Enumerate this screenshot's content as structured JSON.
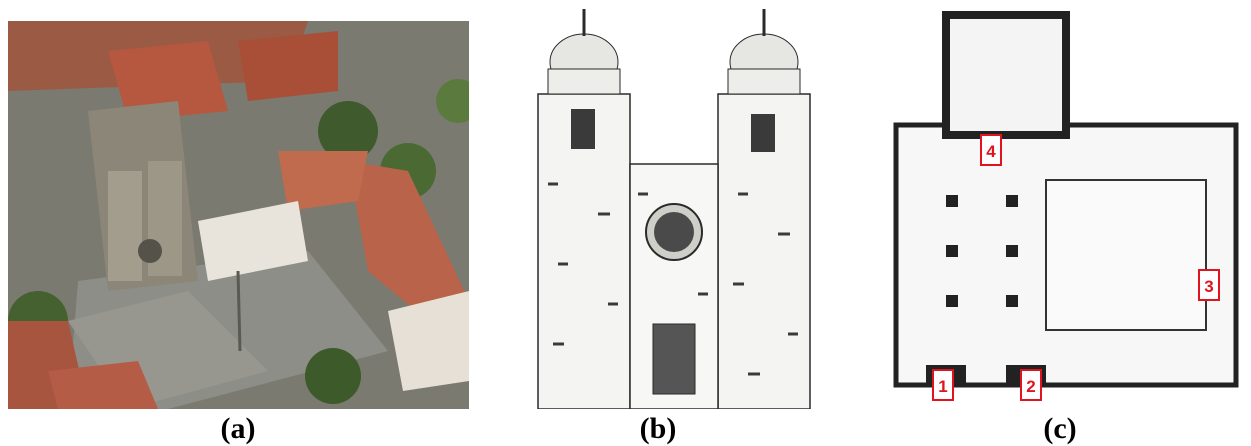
{
  "figure": {
    "panels": [
      {
        "id": "a",
        "caption": "(a)",
        "content": "aerial-photo"
      },
      {
        "id": "b",
        "caption": "(b)",
        "content": "facade-drawing"
      },
      {
        "id": "c",
        "caption": "(c)",
        "content": "floor-plan"
      }
    ],
    "plan_markers": [
      "1",
      "2",
      "3",
      "4"
    ],
    "colors": {
      "marker": "#e0141e",
      "roof": "#b5583f",
      "plaza": "#8e8e88",
      "ink": "#2a2a2a"
    }
  }
}
